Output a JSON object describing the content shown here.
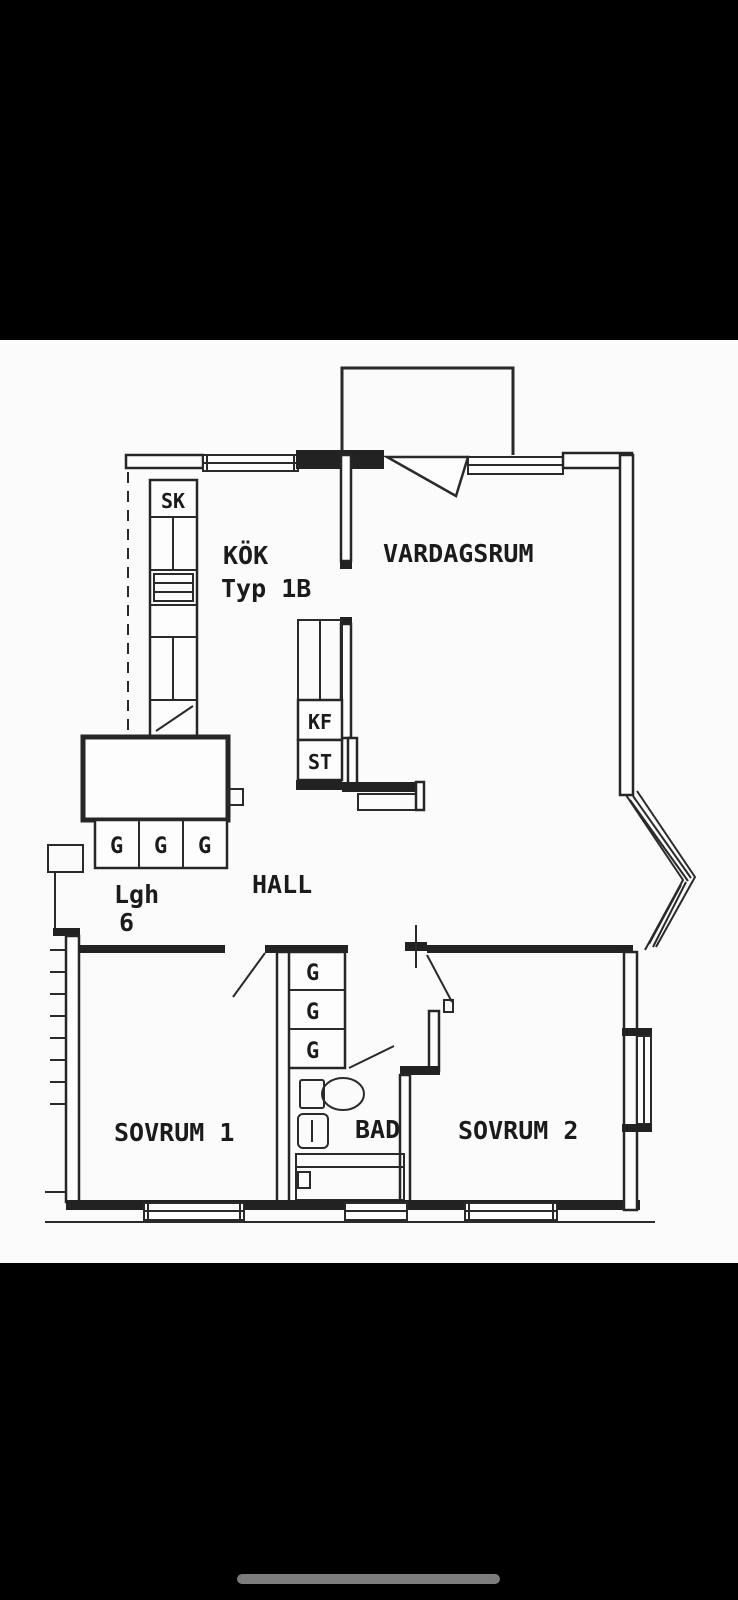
{
  "device": {
    "home_indicator": "",
    "colors": {
      "letterbox": "#000000",
      "paper": "#fbfbfb",
      "ink": "#222222",
      "home_indicator": "#7d7d7d"
    }
  },
  "floorplan": {
    "apartment": {
      "label_line1": "Lgh",
      "label_line2": "6"
    },
    "rooms": {
      "kitchen_name": "KÖK",
      "kitchen_type": "Typ 1B",
      "living_room": "VARDAGSRUM",
      "hall": "HALL",
      "bedroom1": "SOVRUM 1",
      "bedroom2": "SOVRUM 2",
      "bathroom": "BAD"
    },
    "closets": {
      "sk": "SK",
      "kf": "KF",
      "st": "ST",
      "g": "G"
    }
  }
}
